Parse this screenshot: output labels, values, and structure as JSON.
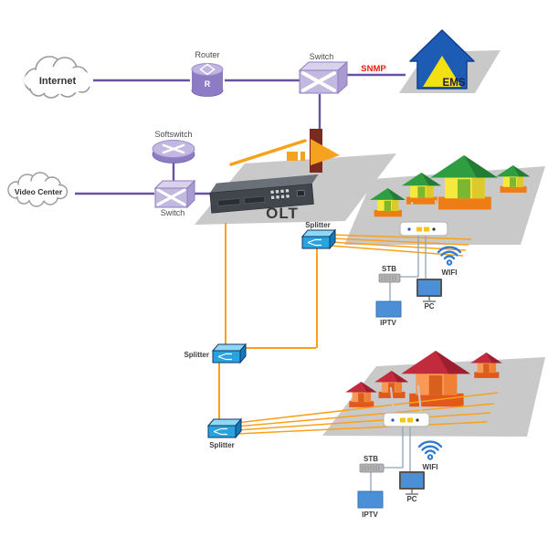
{
  "diagram": {
    "type": "network-topology",
    "labels": {
      "internet": "Internet",
      "video_center": "Video Center",
      "router": "Router",
      "router_letter": "R",
      "switch_top": "Switch",
      "switch_left": "Switch",
      "softswitch": "Softswitch",
      "snmp": "SNMP",
      "ems": "EMS",
      "olt": "OLT",
      "splitter_top": "Splitter",
      "splitter_middle": "Splitter",
      "splitter_bottom": "Splitter",
      "cluster_top": {
        "stb": "STB",
        "iptv": "IPTV",
        "pc": "PC",
        "wifi": "WIFI"
      },
      "cluster_bottom": {
        "stb": "STB",
        "iptv": "IPTV",
        "pc": "PC",
        "wifi": "WIFI"
      }
    },
    "colors": {
      "ip_link_purple": "#6a52a3",
      "fiber_orange": "#f9a11b",
      "snmp_red": "#e8190f",
      "splitter_blue": "#29a3de",
      "ems_house_blue": "#1d5cb4",
      "ems_house_yellow": "#f2e013",
      "platform_gray": "#c8c8c8",
      "device_purple": "#c3b8e0",
      "olt_dark": "#41464d",
      "lan_blue": "#4c8fd6",
      "wifi_blue": "#2e7ad1",
      "house_green_roof": "#2f9e41",
      "house_red_roof": "#c22b3d"
    }
  }
}
